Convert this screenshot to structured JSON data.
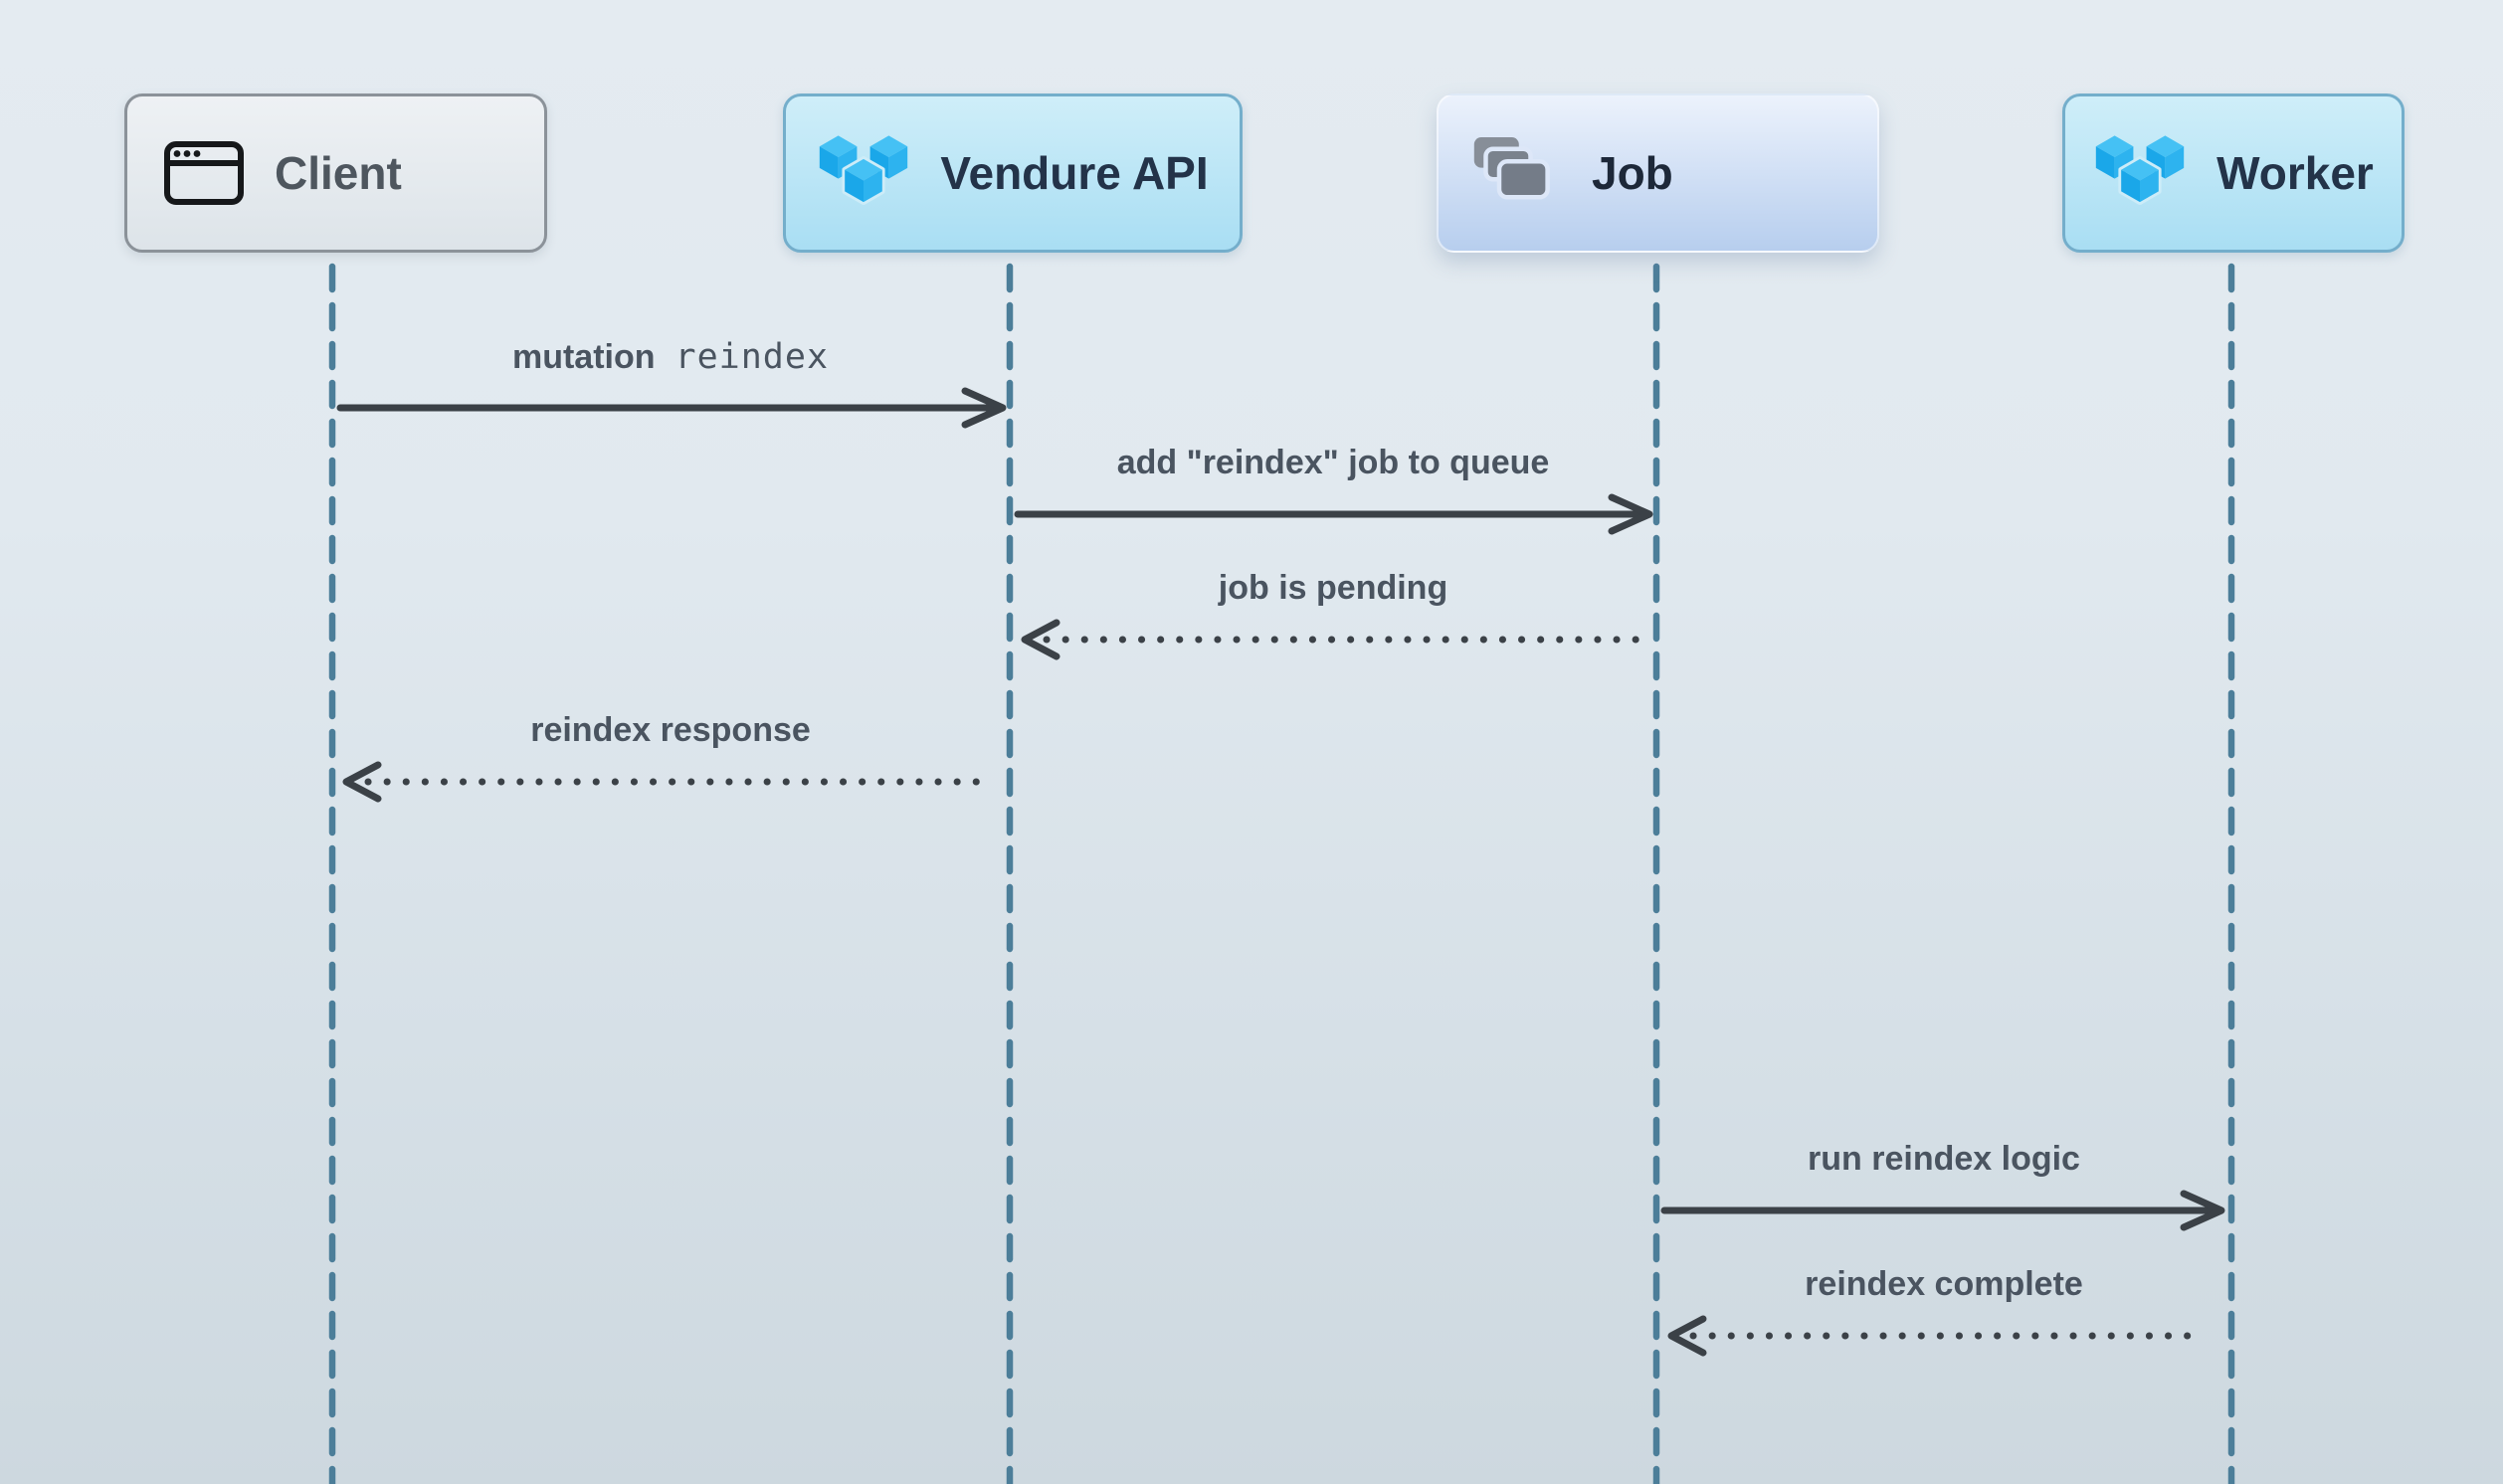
{
  "diagram": {
    "type": "sequence",
    "actors": [
      {
        "label": "Client",
        "icon": "browser-window-icon",
        "variant": "neutral"
      },
      {
        "label": "Vendure API",
        "icon": "vendure-logo-icon",
        "variant": "cyan"
      },
      {
        "label": "Job",
        "icon": "stacked-cards-icon",
        "variant": "periwinkle"
      },
      {
        "label": "Worker",
        "icon": "vendure-logo-icon",
        "variant": "cyan"
      }
    ],
    "messages": [
      {
        "from": "Client",
        "to": "Vendure API",
        "label": "mutation",
        "code": "reindex",
        "line": "solid",
        "direction": "right"
      },
      {
        "from": "Vendure API",
        "to": "Job",
        "label": "add \"reindex\" job to queue",
        "line": "solid",
        "direction": "right"
      },
      {
        "from": "Job",
        "to": "Vendure API",
        "label": "job is pending",
        "line": "dotted",
        "direction": "left"
      },
      {
        "from": "Vendure API",
        "to": "Client",
        "label": "reindex response",
        "line": "dotted",
        "direction": "left"
      },
      {
        "from": "Job",
        "to": "Worker",
        "label": "run reindex logic",
        "line": "solid",
        "direction": "right"
      },
      {
        "from": "Worker",
        "to": "Job",
        "label": "reindex complete",
        "line": "dotted",
        "direction": "left"
      }
    ],
    "colors": {
      "background_top": "#e4ebf1",
      "background_bottom": "#cdd8df",
      "lifeline": "#4c7e99",
      "arrow": "#3b4147",
      "message_text": "#4a5460",
      "actor_cyan_fill_top": "#cfeef9",
      "actor_cyan_fill_bottom": "#a9def3",
      "actor_cyan_border": "#74aecb",
      "actor_cyan_text": "#233349",
      "actor_neutral_fill_top": "#eef1f4",
      "actor_neutral_fill_bottom": "#dde4e9",
      "actor_neutral_border": "#8b9299",
      "actor_neutral_text": "#4e565e",
      "actor_periwinkle_fill_top": "#ecf2fc",
      "actor_periwinkle_fill_bottom": "#b7ceee",
      "actor_periwinkle_text": "#1d2839",
      "vendure_blue": "#2db3ef",
      "card_gray": "#7a828d",
      "client_icon": "#16181a"
    }
  }
}
